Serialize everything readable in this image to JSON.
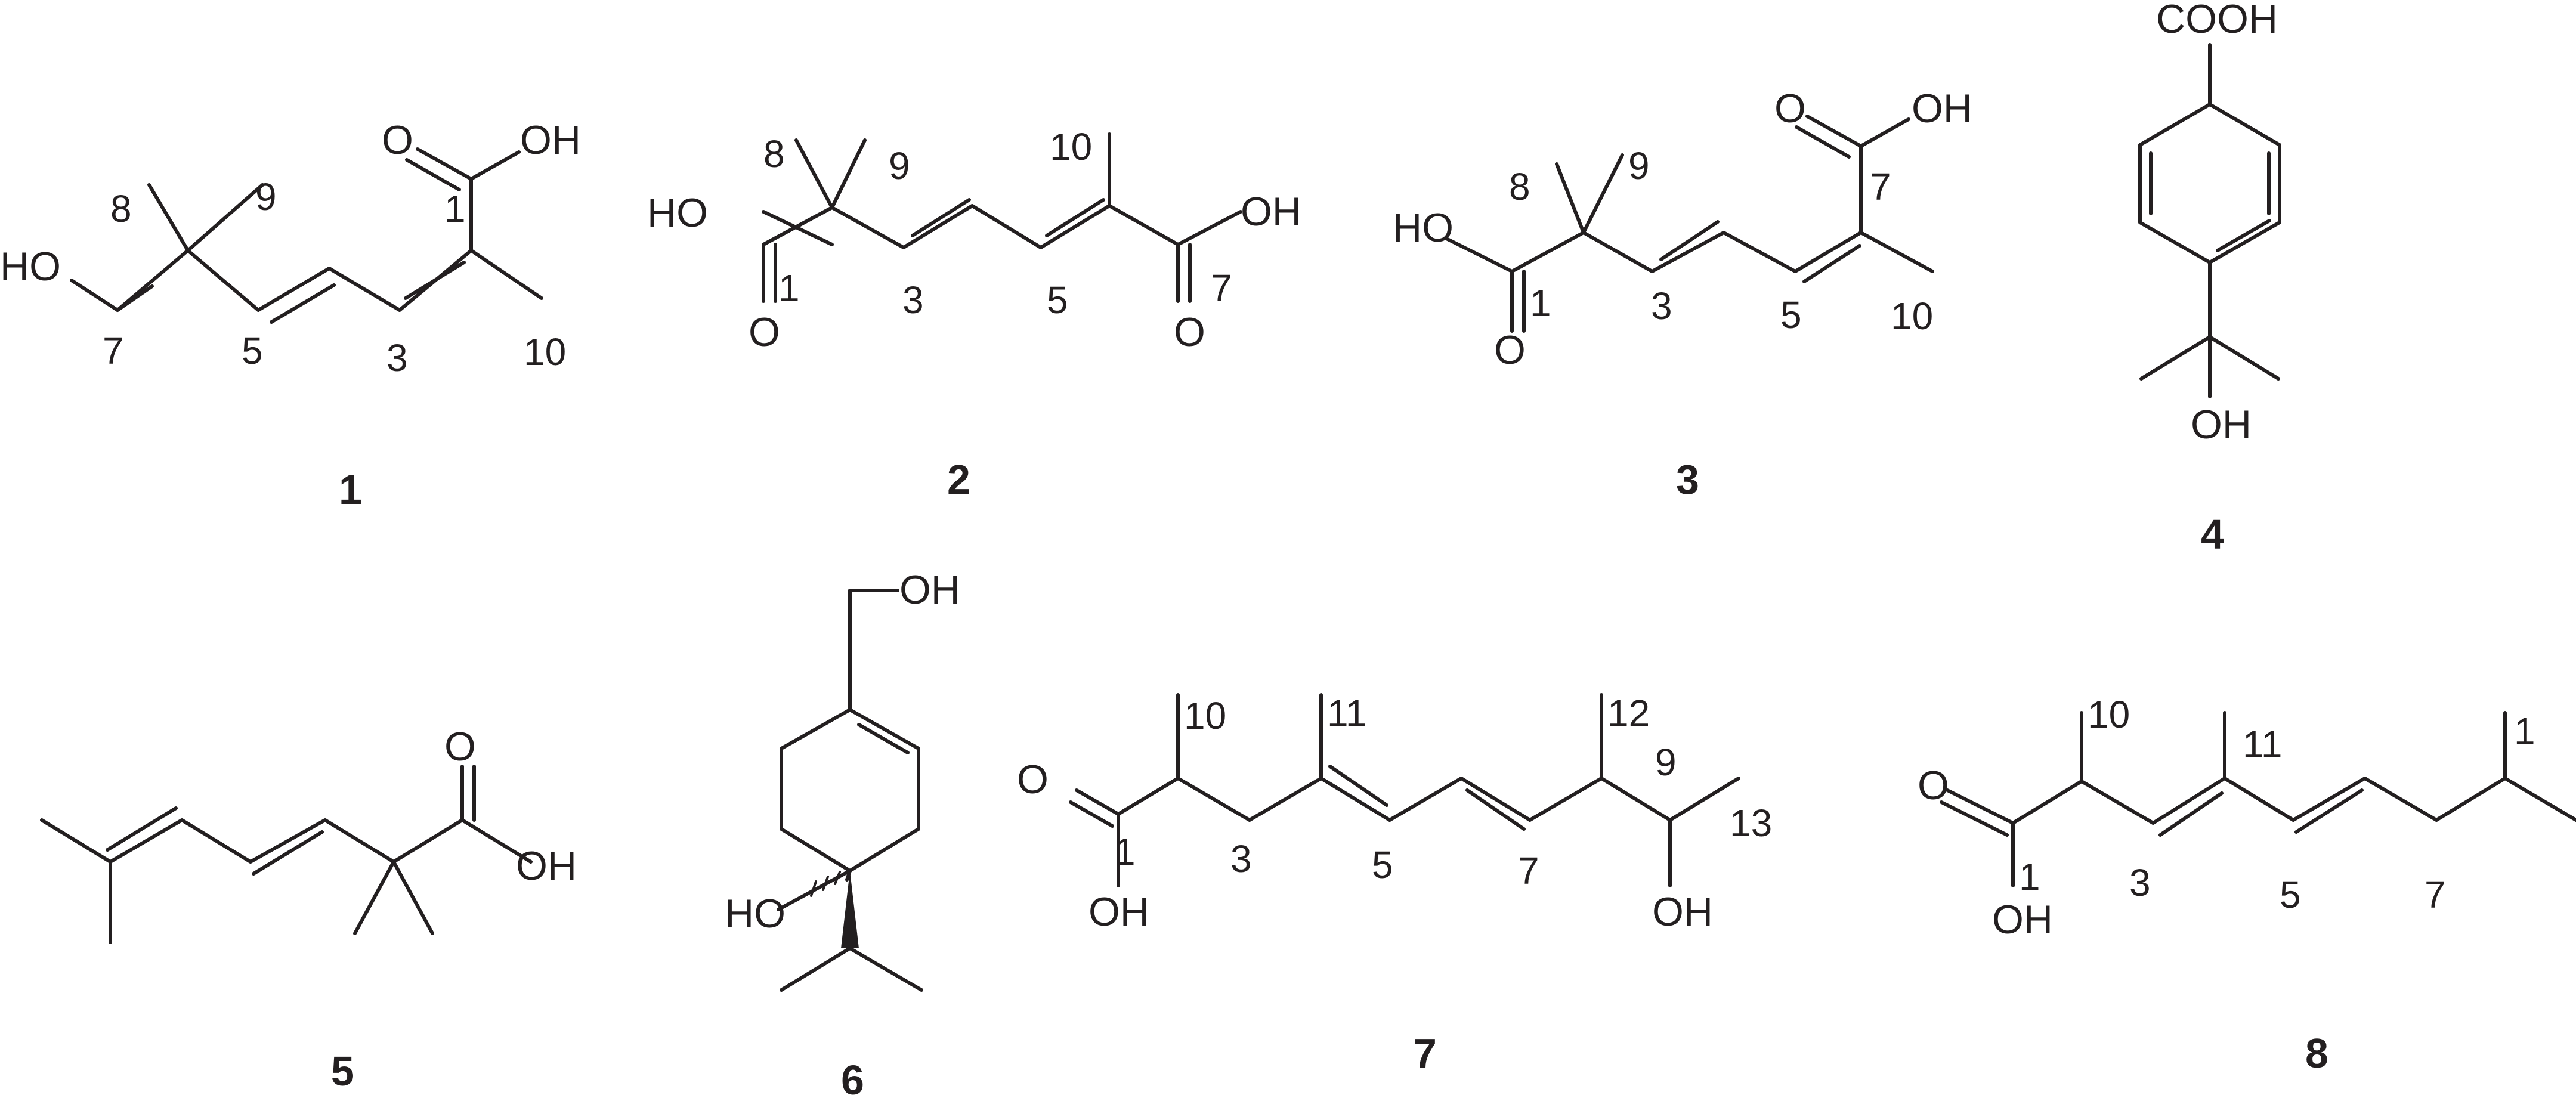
{
  "compounds": [
    {
      "id": "1",
      "atoms": {
        "oh_acid": "OH",
        "o_acid": "O",
        "oh_alcohol": "HO"
      },
      "numbers": {
        "c1": "1",
        "c3": "3",
        "c5": "5",
        "c7": "7",
        "c8": "8",
        "c9": "9",
        "c10": "10"
      }
    },
    {
      "id": "2",
      "atoms": {
        "ho_left": "HO",
        "o_left": "O",
        "oh_right": "OH",
        "o_right": "O"
      },
      "numbers": {
        "c1": "1",
        "c3": "3",
        "c5": "5",
        "c7": "7",
        "c8": "8",
        "c9": "9",
        "c10": "10"
      }
    },
    {
      "id": "3",
      "atoms": {
        "ho_left": "HO",
        "o_left": "O",
        "o_top": "O",
        "oh_top": "OH"
      },
      "numbers": {
        "c1": "1",
        "c3": "3",
        "c5": "5",
        "c7": "7",
        "c8": "8",
        "c9": "9",
        "c10": "10"
      }
    },
    {
      "id": "4",
      "atoms": {
        "cooh": "COOH",
        "oh": "OH"
      }
    },
    {
      "id": "5",
      "atoms": {
        "o": "O",
        "oh": "OH"
      }
    },
    {
      "id": "6",
      "atoms": {
        "oh": "OH",
        "ho": "HO"
      }
    },
    {
      "id": "7",
      "atoms": {
        "o": "O",
        "oh_acid": "OH",
        "oh": "OH"
      },
      "numbers": {
        "c1": "1",
        "c3": "3",
        "c5": "5",
        "c7": "7",
        "c9": "9",
        "c10": "10",
        "c11": "11",
        "c12": "12",
        "c13": "13"
      }
    },
    {
      "id": "8",
      "atoms": {
        "o": "O",
        "oh": "OH"
      },
      "numbers": {
        "c1": "1",
        "c3": "3",
        "c5": "5",
        "c7": "7",
        "c10": "10",
        "c11": "11",
        "c1b": "1"
      }
    }
  ]
}
